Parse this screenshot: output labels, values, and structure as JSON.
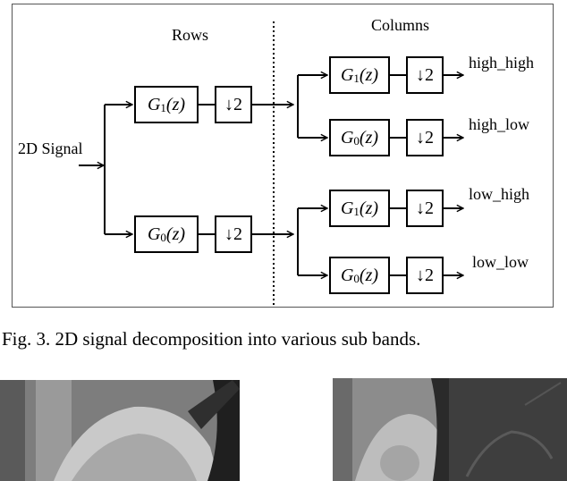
{
  "diagram": {
    "rows_label": "Rows",
    "columns_label": "Columns",
    "input_label": "2D Signal",
    "filter_fn": "G",
    "filter_arg": "(z)",
    "high_index": "1",
    "low_index": "0",
    "downsample": "↓2",
    "outputs": [
      "high_high",
      "high_low",
      "low_high",
      "low_low"
    ]
  },
  "caption": "Fig. 3.   2D signal decomposition into various sub bands."
}
